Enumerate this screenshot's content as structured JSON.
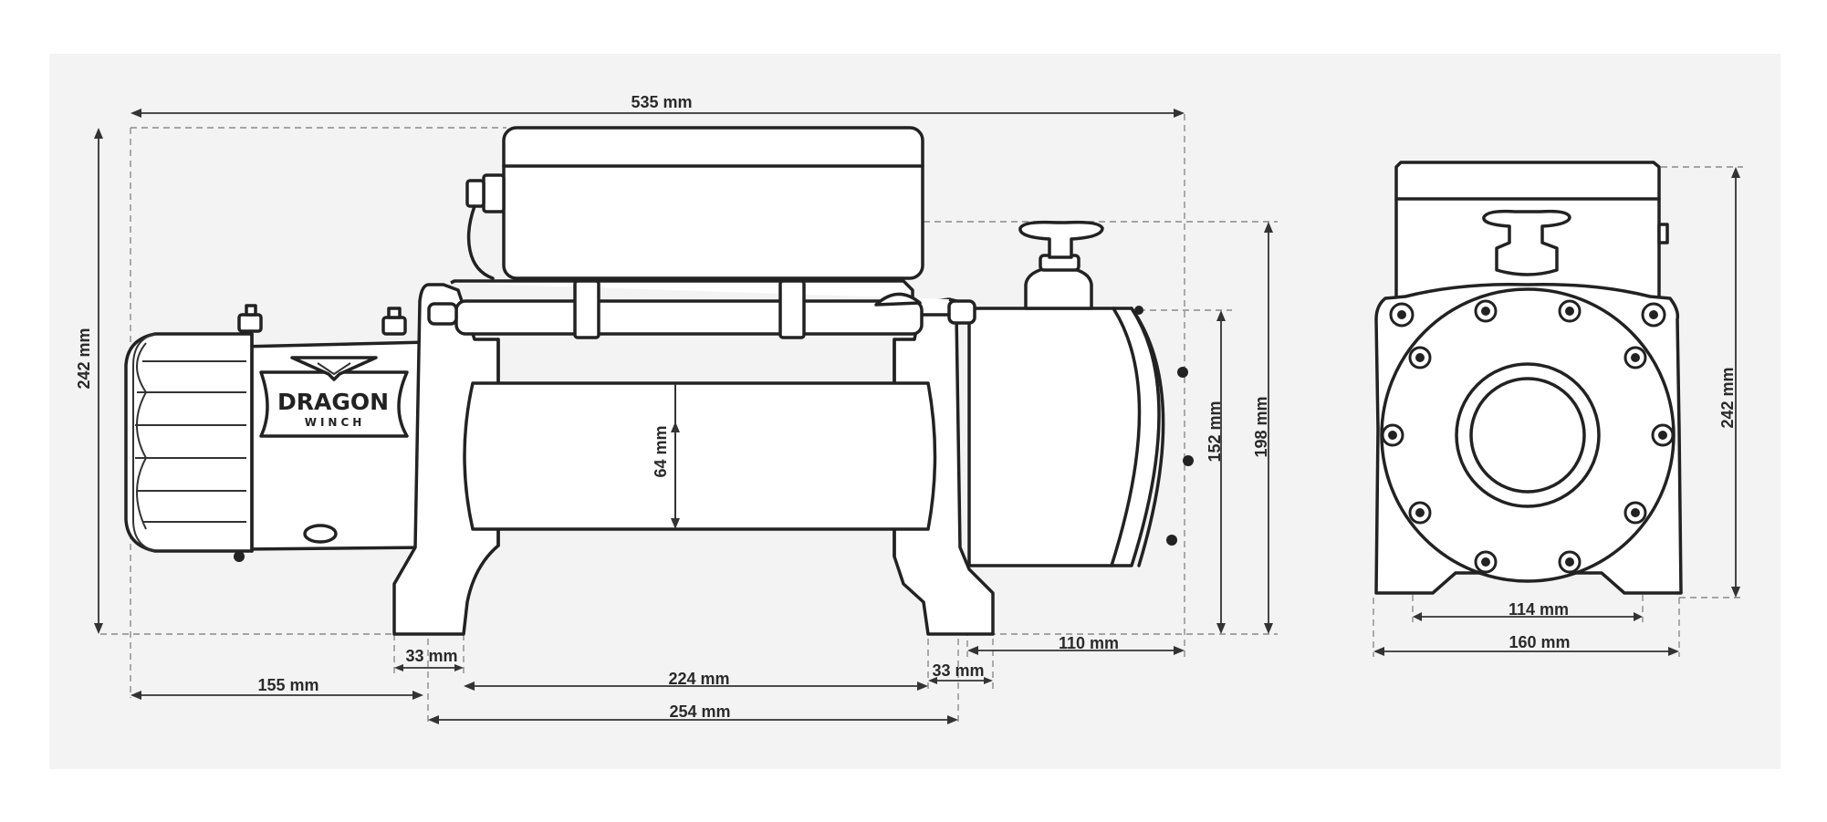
{
  "brand": {
    "name": "DRAGON",
    "sub": "WINCH",
    "logo_icon": "dragon-shield-emblem"
  },
  "dimensions": {
    "side_view": {
      "overall_length": "535 mm",
      "overall_height": "242 mm",
      "drum_diameter": "64 mm",
      "motor_height": "152 mm",
      "height_to_clutch": "198 mm",
      "foot_left": "33 mm",
      "drum_length": "224 mm",
      "foot_right": "33 mm",
      "motor_overhang": "110 mm",
      "gearbox_overhang": "155 mm",
      "bolt_spacing": "254 mm"
    },
    "end_view": {
      "height": "242 mm",
      "bolt_spacing": "114 mm",
      "base_width": "160 mm"
    }
  }
}
